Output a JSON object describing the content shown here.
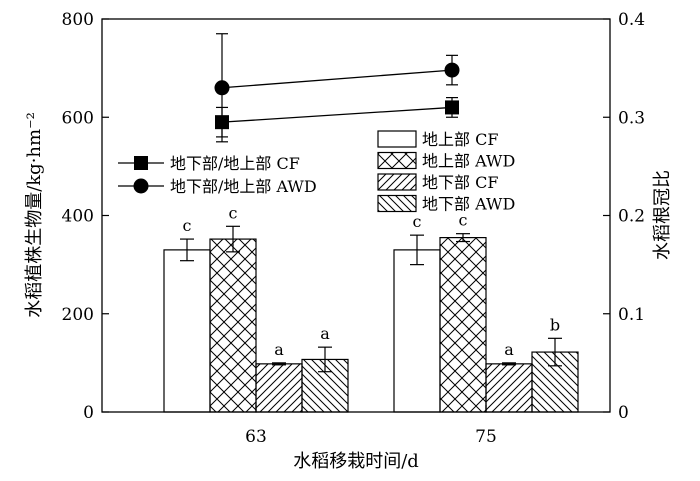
{
  "chart_data": {
    "type": "bar",
    "categories": [
      "63",
      "75"
    ],
    "xlabel": "水稻移栽时间/d",
    "ylabel": "水稻植株生物量/kg·hm⁻²",
    "y2label": "水稻根冠比",
    "ylim": [
      0,
      800
    ],
    "y2lim": [
      0,
      0.4
    ],
    "yticks": [
      0,
      200,
      400,
      600,
      800
    ],
    "y2ticks": [
      0,
      0.1,
      0.2,
      0.3,
      0.4
    ],
    "grid": false,
    "series": [
      {
        "name": "地上部 CF",
        "pattern": "none",
        "values": [
          330,
          330
        ],
        "errors": [
          22,
          30
        ],
        "labels": [
          "c",
          "c"
        ]
      },
      {
        "name": "地上部 AWD",
        "pattern": "crosshatch",
        "values": [
          352,
          355
        ],
        "errors": [
          26,
          8
        ],
        "labels": [
          "c",
          "c"
        ]
      },
      {
        "name": "地下部 CF",
        "pattern": "forward-diagonal",
        "values": [
          98,
          98
        ],
        "errors": [
          2,
          2
        ],
        "labels": [
          "a",
          "a"
        ]
      },
      {
        "name": "地下部 AWD",
        "pattern": "back-diagonal",
        "values": [
          107,
          122
        ],
        "errors": [
          25,
          28
        ],
        "labels": [
          "a",
          "b"
        ]
      }
    ],
    "line_series": [
      {
        "name": "地下部/地上部 CF",
        "marker": "square",
        "axis": "right",
        "values": [
          0.295,
          0.31
        ],
        "errors": [
          0.015,
          0.01
        ]
      },
      {
        "name": "地下部/地上部 AWD",
        "marker": "circle",
        "axis": "right",
        "values": [
          0.33,
          0.348
        ],
        "errors": [
          0.055,
          0.015
        ]
      }
    ],
    "legend_lines_position": "upper-left",
    "legend_bars_position": "upper-right"
  }
}
